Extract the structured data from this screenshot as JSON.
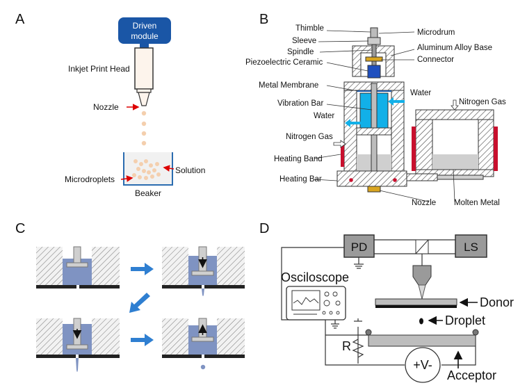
{
  "panels": {
    "a": {
      "letter": "A",
      "driven_module_line1": "Driven",
      "driven_module_line2": "module",
      "print_head": "Inkjet Print Head",
      "nozzle": "Nozzle",
      "microdroplets": "Microdroplets",
      "solution": "Solution",
      "beaker": "Beaker"
    },
    "b": {
      "letter": "B",
      "thimble": "Thimble",
      "sleeve": "Sleeve",
      "spindle": "Spindle",
      "piezo": "Piezoelectric Ceramic",
      "metal_membrane": "Metal Membrane",
      "vibration_bar": "Vibration Bar",
      "water_left": "Water",
      "nitrogen_left": "Nitrogen Gas",
      "heating_band": "Heating Band",
      "heating_bar": "Heating Bar",
      "microdrum": "Microdrum",
      "aluminum_base": "Aluminum Alloy Base",
      "connector": "Connector",
      "water_right": "Water",
      "nitrogen_right": "Nitrogen Gas",
      "nozzle": "Nozzle",
      "molten_metal": "Molten Metal"
    },
    "c": {
      "letter": "C"
    },
    "d": {
      "letter": "D",
      "pd": "PD",
      "ls": "LS",
      "osciloscope": "Osciloscope",
      "donor": "Donor",
      "droplet": "Droplet",
      "r": "R",
      "voltage": "+V-",
      "acceptor": "Acceptor"
    }
  },
  "colors": {
    "blue_module": "#1a56a6",
    "water_cyan": "#12b0e8",
    "fluid_blue": "#7f93c2",
    "heating_red": "#c8102e",
    "arrow_blue": "#2f7fd1",
    "droplet_peach": "#f4cfae"
  }
}
